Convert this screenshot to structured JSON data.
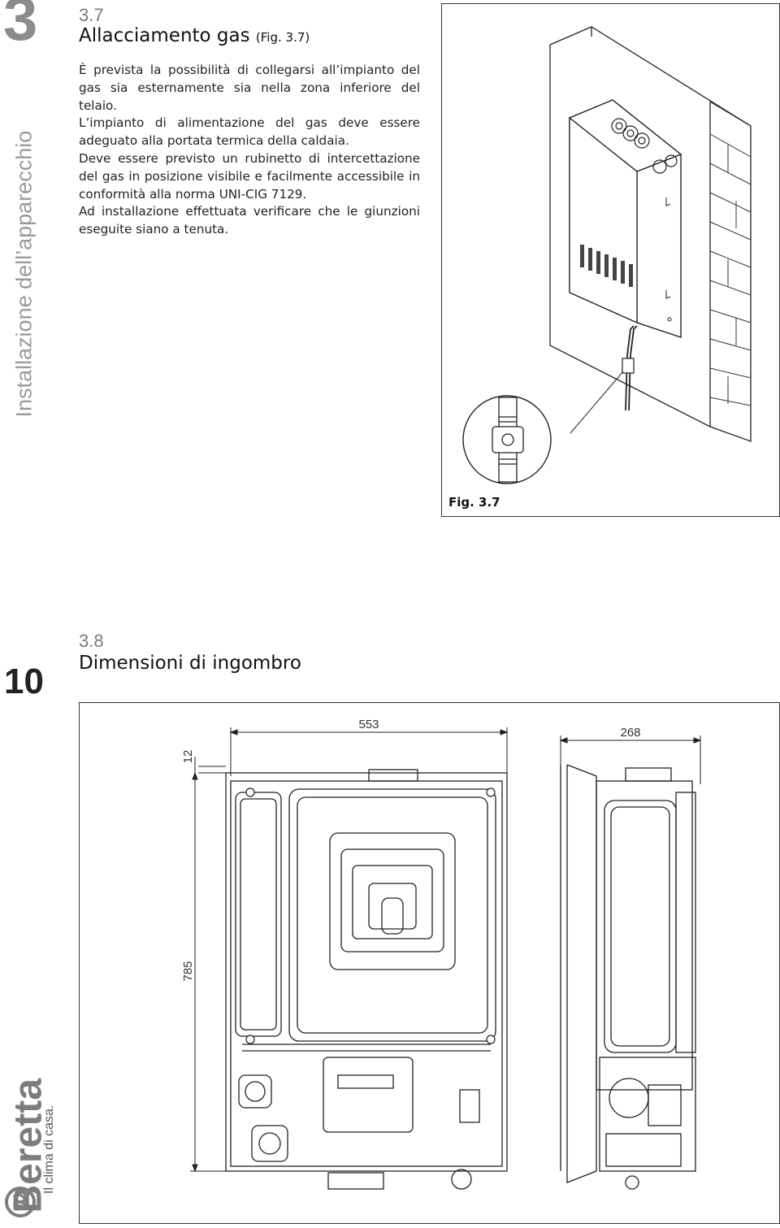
{
  "chapter": {
    "number": "3",
    "title": "Installazione dell’apparecchio"
  },
  "section_37": {
    "number": "3.7",
    "title": "Allacciamento gas",
    "title_ref": "(Fig. 3.7)",
    "paragraphs": [
      "È prevista la possibilità di collegarsi all’impianto del gas sia esternamente sia nella zona inferiore del telaio.",
      "L’impianto di alimentazione del gas deve essere adeguato alla portata termica della caldaia.",
      "Deve essere previsto un rubinetto di intercettazione del gas in posizione visibile e facilmente accessibile in conformità alla norma UNI-CIG 7129.",
      "Ad installazione effettuata verificare che le giunzioni eseguite siano a tenuta."
    ],
    "figure_caption": "Fig. 3.7"
  },
  "section_38": {
    "number": "3.8",
    "title": "Dimensioni di ingombro",
    "dimensions": {
      "width": "553",
      "depth": "268",
      "top_offset": "12",
      "height": "785"
    }
  },
  "page_number": "10",
  "brand": {
    "name": "Beretta",
    "tagline": "Il clima di casa."
  }
}
